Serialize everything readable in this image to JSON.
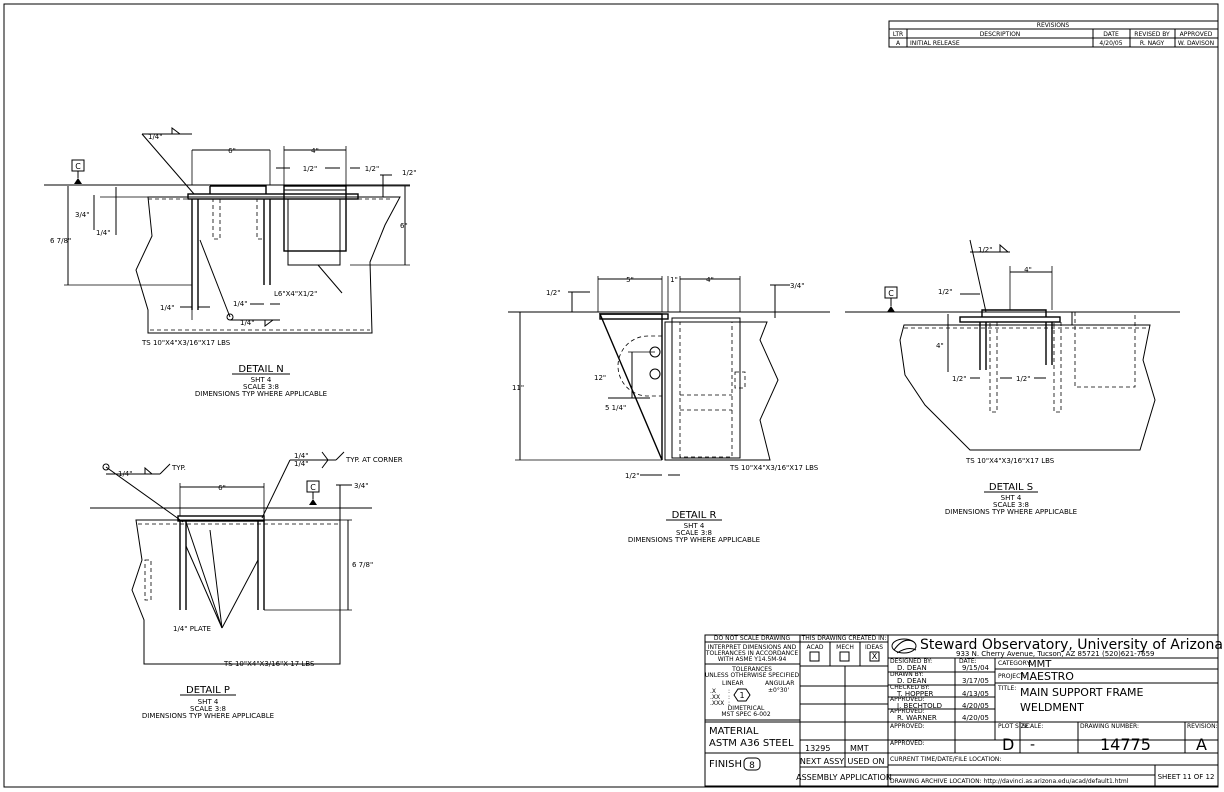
{
  "revisions": {
    "title": "REVISIONS",
    "headers": [
      "LTR",
      "DESCRIPTION",
      "DATE",
      "REVISED BY",
      "APPROVED"
    ],
    "rows": [
      [
        "A",
        "INITIAL RELEASE",
        "4/20/05",
        "R. NAGY",
        "W. DAVISON"
      ]
    ]
  },
  "detail_n": {
    "title": "DETAIL N",
    "sht": "SHT 4",
    "scale": "SCALE 3:8",
    "note": "DIMENSIONS TYP WHERE APPLICABLE",
    "datum": "C",
    "tube": "TS 10\"X4\"X3/16\"X17 LBS",
    "angle": "L6\"X4\"X1/2\"",
    "dims": {
      "d_6": "6\"",
      "d_4": "4\"",
      "d_half_a": "1/2\"",
      "d_half_b": "1/2\"",
      "d_half_c": "1/2\"",
      "d_34": "3/4\"",
      "d_14_left": "1/4\"",
      "d_678": "6 7/8\"",
      "d_6_right": "6\"",
      "d_14_bottom": "1/4\"",
      "d_14_mid": "1/4\"",
      "weld_top": "1/4\"",
      "weld_bottom": "1/4\""
    }
  },
  "detail_r": {
    "title": "DETAIL R",
    "sht": "SHT 4",
    "scale": "SCALE 3:8",
    "note": "DIMENSIONS TYP WHERE APPLICABLE",
    "tube": "TS 10\"X4\"X3/16\"X17 LBS",
    "dims": {
      "d_5": "5\"",
      "d_1": "1\"",
      "d_4": "4\"",
      "d_34": "3/4\"",
      "d_half_top": "1/2\"",
      "d_11": "11\"",
      "d_12": "12\"",
      "d_514": "5 1/4\"",
      "d_half_bottom": "1/2\""
    }
  },
  "detail_s": {
    "title": "DETAIL S",
    "sht": "SHT 4",
    "scale": "SCALE 3:8",
    "note": "DIMENSIONS TYP WHERE APPLICABLE",
    "datum": "C",
    "tube": "TS 10\"X4\"X3/16\"X17 LBS",
    "dims": {
      "d_4": "4\"",
      "d_half_top": "1/2\"",
      "d_4_left": "4\"",
      "d_half_a": "1/2\"",
      "d_half_b": "1/2\"",
      "weld": "1/2\""
    }
  },
  "detail_p": {
    "title": "DETAIL P",
    "sht": "SHT 4",
    "scale": "SCALE 3:8",
    "note": "DIMENSIONS TYP WHERE APPLICABLE",
    "datum": "C",
    "tube": "TS 10\"X4\"X3/16\"X 17 LBS",
    "plate": "1/4\" PLATE",
    "dims": {
      "weld_left": "1/4\"",
      "typ": "TYP.",
      "weld_top": "1/4\"",
      "weld_top2": "1/4\"",
      "typ_corner": "TYP. AT CORNER",
      "d_6": "6\"",
      "d_34": "3/4\"",
      "d_678": "6 7/8\""
    }
  },
  "title_block": {
    "no_scale": "DO NOT SCALE DRAWING",
    "interpret": [
      "INTERPRET DIMENSIONS AND",
      "TOLERANCES IN ACCORDANCE",
      "WITH ASME Y14.5M-94"
    ],
    "tolerances": "TOLERANCES",
    "unless": "UNLESS OTHERWISE SPECIFIED",
    "linear": "LINEAR",
    "angular": "ANGULAR",
    "angular_val": "±0°30'",
    "tol_rows": [
      ".X",
      ".XX",
      ".XXX"
    ],
    "tol_dots": [
      ":",
      ":",
      ":"
    ],
    "tol_box": "1",
    "dimetrical": "DIMETRICAL",
    "mst_spec": "MST SPEC 6-002",
    "material_label": "MATERIAL",
    "material": "ASTM A36 STEEL",
    "finish_label": "FINISH",
    "finish_val": "8",
    "created_in": "THIS DRAWING CREATED IN:",
    "created_opts": [
      "ACAD",
      "MECH",
      "IDEAS"
    ],
    "created_marks": [
      "",
      "",
      "X"
    ],
    "assy_no": "13295",
    "assy_used": "MMT",
    "next_assy": "NEXT ASSY",
    "used_on": "USED ON",
    "application": "ASSEMBLY APPLICATION",
    "org": "Steward Observatory, University of Arizona",
    "address": "933 N. Cherry Avenue, Tucson, AZ  85721   (520)621-7659",
    "designed_label": "DESIGNED BY:",
    "designed_by": "D. DEAN",
    "date_label": "DATE:",
    "designed_date": "9/15/04",
    "drawn_label": "DRAWN BY:",
    "drawn_by": "D. DEAN",
    "drawn_date": "3/17/05",
    "checked_label": "CHECKED BY:",
    "checked_by": "T. HOPPER",
    "checked_date": "4/13/05",
    "approved_label": "APPROVED:",
    "approved_1": "J. BECHTOLD",
    "approved_1_date": "4/20/05",
    "approved_2": "R. WARNER",
    "approved_2_date": "4/20/05",
    "category_label": "CATEGORY:",
    "category": "MMT",
    "project_label": "PROJECT:",
    "project": "MAESTRO",
    "title_label": "TITLE:",
    "title_1": "MAIN SUPPORT FRAME",
    "title_2": "WELDMENT",
    "plot_size_label": "PLOT SIZE",
    "plot_size": "D",
    "scale_label": "SCALE:",
    "scale": "-",
    "drawing_number_label": "DRAWING NUMBER:",
    "drawing_number": "14775",
    "revision_label": "REVISION:",
    "revision": "A",
    "current_time_label": "CURRENT TIME/DATE/FILE LOCATION:",
    "archive_label": "DRAWING ARCHIVE LOCATION: http://davinci.as.arizona.edu/acad/default1.html",
    "sheet": "SHEET 11 OF 12"
  }
}
